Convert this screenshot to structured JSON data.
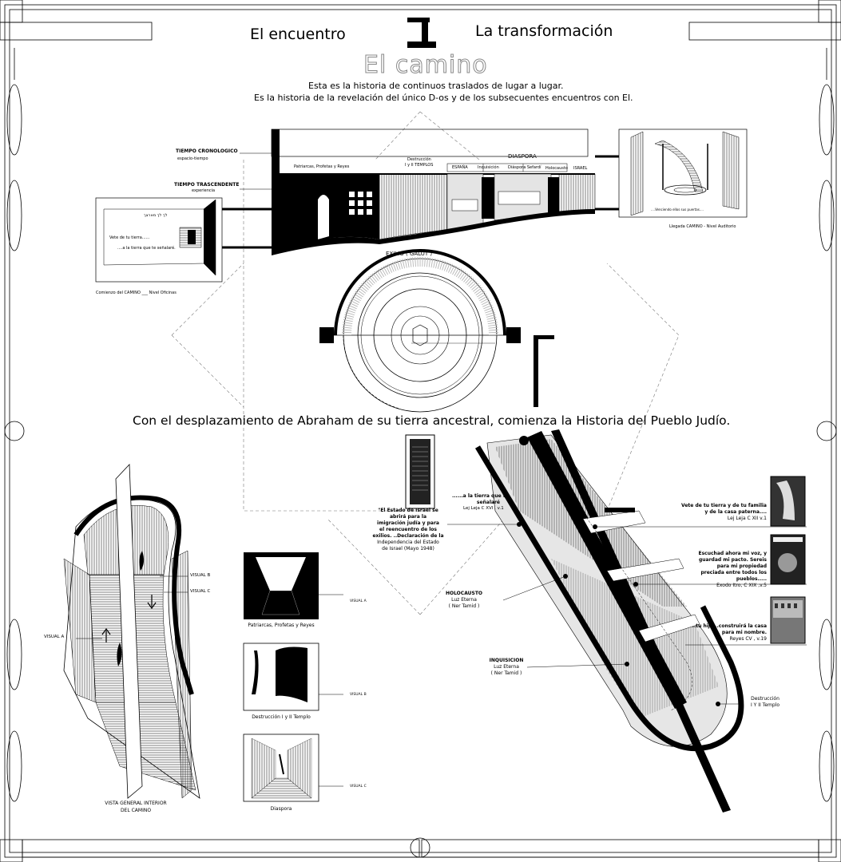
{
  "header": {
    "left": "El encuentro",
    "right": "La transformación",
    "hebrew_glyph": "ב",
    "title": "El camino",
    "line1": "Esta es la historia de continuos traslados de lugar a lugar.",
    "line2": "Es la historia de la revelación del único D-os y de los subsecuentes encuentros con El."
  },
  "timeline": {
    "tiempo_cronologico": "TIEMPO CRONOLOGICO",
    "espacio_tiempo": "espacio-tiempo",
    "tiempo_trascendente": "TIEMPO TRASCENDENTE",
    "experiencia": "experiencia",
    "patriarcas": "Patriarcas, Profetas y Reyes",
    "destruccion_a": "Destrucción",
    "destruccion_b": "I y II TEMPLOS",
    "diaspora": "DIASPORA",
    "espana": "ESPAÑA",
    "inquisicion": "Inquisición",
    "diaspora_sefardi": "Diáspora Sefardí",
    "holocausto": "Holocausto",
    "israel": "ISRAEL"
  },
  "left_sketch": {
    "hebrew": "לך לך מארצך",
    "line1": "Vete de tu tierra......",
    "line2": "....a la tierra que te señalaré.",
    "caption": "Comienzo del CAMINO ___ Nivel Oficinas"
  },
  "right_sketch": {
    "inner": "....Venciendo ellos sus puertas....",
    "caption": "Llegada CAMINO - Nivel Auditorio"
  },
  "exilio": {
    "label": "EXILIO ( GALUT )"
  },
  "main_statement": "Con el desplazamiento de Abraham de su tierra ancestral, comienza la Historia del Pueblo Judío.",
  "quotes": {
    "q1_a": "......a la tierra que te",
    "q1_b": "señalaré",
    "q1_c": "Lej Leja C XVI , v.1",
    "israel_1": "\"El Estado de Israel se",
    "israel_2": "abrirá para la",
    "israel_3": "imigración judía y para",
    "israel_4": "el reencuentro de los",
    "israel_5": "exilios. ..Declaración de la",
    "israel_6": "Independencia del Estado",
    "israel_7": "de Israel (Mayo  1948)",
    "v1_a": "Vete de tu tierra y de tu familia",
    "v1_b": "y de la casa paterna....",
    "v1_c": "Lej Leja C XII v.1",
    "v2_a": "Escuchad ahora mi voz, y",
    "v2_b": "guardad mi pacto. Sereis",
    "v2_c": "para mi propiedad",
    "v2_d": "preciada entre todos los",
    "v2_e": "pueblos.....",
    "v2_f": "Exodo Itro, C XIX ,v.5",
    "v3_a": "..tu hijo...construirá la casa",
    "v3_b": "para mi nombre.",
    "v3_c": "Reyes CV , v.19"
  },
  "plan_labels": {
    "holocausto": "HOLOCAUSTO",
    "holocausto_sub1": "Luz Eterna",
    "holocausto_sub2": "( Ner Tamid )",
    "inquisicion": "INQUISICION",
    "inquisicion_sub1": "Luz Eterna",
    "inquisicion_sub2": "( Ner Tamid )",
    "destruccion_1": "Destrucción",
    "destruccion_2": "I Y II Templo"
  },
  "perspective": {
    "visual_a": "VISUAL  A",
    "visual_b": "VISUAL B",
    "visual_c": "VISUAL C",
    "caption_1": "VISTA GENERAL INTERIOR",
    "caption_2": "DEL CAMINO"
  },
  "thumbnails": {
    "t1": "Patriarcas, Profetas y Reyes",
    "t2": "Destrucción  I y II  Templo",
    "t3": "Diaspora",
    "visual_a": "VISUAL A",
    "visual_b": "VISUAL B",
    "visual_c": "VISUAL C"
  }
}
